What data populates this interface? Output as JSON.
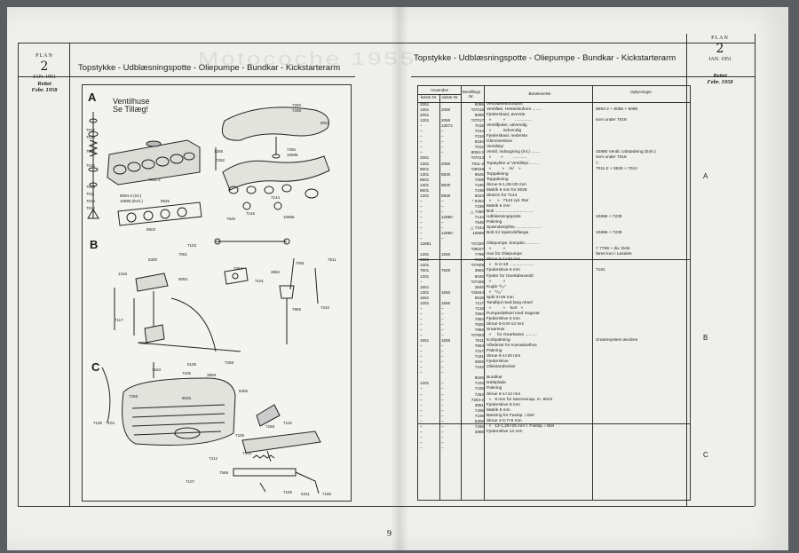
{
  "left": {
    "plan_label": "PLAN",
    "plan_number": "2",
    "plan_date": "JAN. 1951",
    "rettet": "Rettet",
    "rettet_date": "Febr. 1958",
    "title": "Topstykke - Udblæsningspotte - Oliepumpe - Bundkar - Kickstarterarm"
  },
  "right": {
    "plan_label": "PLAN",
    "plan_number": "2",
    "plan_date": "JAN. 1951",
    "rettet": "Rettet",
    "rettet_date": "Febr. 1958",
    "title": "Topstykke - Udblæsningspotte - Oliepumpe - Bundkar - Kickstarterarm"
  },
  "diagram": {
    "sec_a": "A",
    "sec_b": "B",
    "sec_c": "C",
    "ventil_line1": "Ventilhuse",
    "ventil_line2": "Se Tillæg!",
    "parts_a": [
      "7250",
      "7258",
      "8022",
      "7255",
      "7262",
      "7256",
      "10696",
      "7144",
      "10686",
      "7145",
      "7645",
      "7016",
      "7013",
      "7011",
      "7014",
      "8094-2 (Inl.)",
      "10890 (Exh.)",
      "7011-2",
      "7012",
      "7015",
      "9526",
      "7017",
      "7018",
      "8503"
    ],
    "parts_b": [
      "7103",
      "7061",
      "8300",
      "1318",
      "7054",
      "7511",
      "7091",
      "8093",
      "7101",
      "3862",
      "7242",
      "7865",
      "7117",
      "7081"
    ],
    "parts_c": [
      "7163",
      "5105",
      "7269",
      "7106",
      "3859",
      "8026",
      "7259",
      "5306",
      "7105",
      "7104",
      "7248",
      "7258",
      "7118",
      "7312",
      "7569",
      "7313",
      "7107",
      "7106",
      "5311",
      "7186"
    ]
  },
  "table": {
    "h_anvendes": "Anvendes",
    "h_forste": "første Nr.",
    "h_sidste": "sidste Nr.",
    "h_bestillings": "Bestillings Nr.",
    "h_benaevnelse": "Benævnelse",
    "h_oplysninger": "Oplysninger",
    "col_first": "2051\n1301\n2051\n1301\n–\n–\n–\n–\n–\n–\n2051\n1301\n8501\n1301\n8501\n1301\n8501\n1301\n–\n–\n–\n–\n–\n–\n–\n–\n12881\n\n1301\n1551\n1301\n7501\n1301\n–\n1551\n1301\n1551\n1301\n–\n–\n–\n–\n–\n–\n1551\n–\n–\n–\n–\n–\n–\n\n1301\n–\n–\n–\n–\n–\n–\n–\n–\n–\n–\n–\n–",
    "col_last": "\n2050\n\n2050\n13572\n–\n–\n–\n–\n–\n\n2050\n\n8500\n\n8500\n\n8500\n–\n–\n–\n12880\n–\n–\n12880\n–\n\n\n1550\n\n\n7500\n\n\n\n1550\n\n1550\n–\n–\n–\n–\n–\n–\n1550\n–\n–\n–\n–\n–\n–\n\n–\n–\n–\n–\n–\n–\n–\n–\n–\n–\n–\n–\n–",
    "col_bestil": "8096\n*07018\n8095\n*07017\n7015\n7014\n7016\n8194\n7012\n8094-2\n*07013\n7011-2\n*08028\n9526\n7009\n7190\n7239\n8023\n* 8454\n7238\n△ 7260\n7144\n7645\n△ 7244\n10696\n\n*07320\n*08027\n7799\n7191\n*07509\n3862\n8045\n*07495\n3845\n*03844\n6518\n7117\n7118\n7694\n7963\n7500\n7856\n*07693\n7611\n7863\n7317\n7181\n3802\n7242\n\n8026\n7104\n7105\n7263\n7263-2\n3861\n7259\n7106\n5306\n7269\n3859",
    "col_desc": "Ventilløseanbolpart\nVentilløs, Hestesko­form ........\nFjederskaal, øverste\n  »          »        ..............\nVentilfjeder, udvendig\n  »          indvendig\nFjederskaal, nederste\nGlimmerskive\nVentilstyr\nVentil, Indsugning (Inl.) ........\n  »        »        ............\nTopstykke u/ Ventilstyr.........\n  »         »    m/    »\nToppakning\nToppakning\nSkrue 8-1,25×30 mm\nMøtrik 8 mm for 8028\nSkærm for 7144\n  »     »   7144 cpl. Rør\nMøtrik 6 mm\nBolt .................................\nUdblæsningspotte\nPakning\nSpændestykke.......................\nBolt m/ Spændeflange\n\nOliepumpe, komplet.............\n  »          »\nHus for Oliepumpe\nSkrue 6-1×20 mm\n  »   6-1×19  ....................\nFjederskive 6 mm\nFjeder for Overløbsventil\n  »          »\nKugle ⁵/₁₆\"\n  »   ⁵/₁₆\"\nSplit 3×25 mm\nTandhjul med lang Aksel\n  »          »    kort   »\nPumpedæksel med Sugerør\nFjederskive 5 mm\nSkrue 5-0,8×13 mm\nSmørerør\n  »     for Gearkasse ..........\nKorkpakning\nAflederør for Kamakselhus\nPakning\nSkrue 6-1×20 mm\nFjederskive\nOliestandsviser\n\nBundkar\nDækplade\nPakning\nSkrue 6-1×12 mm\n  »   8 mm for Sammenap. m. 8043\nFjederskive 8 mm\nMøtrik 8 mm\nBøsning for Fastsp. i Stel\nSkrue 4-0,7×8 mm\n  »   12-1,25×25 mm f. Fastsp. i Stel\nFjederskive 12 mm",
    "col_info": "\n8094-2 + 8095 + 8096\n\nsom under 7018\n\n\n\n\n\n10890 Ventil, Udstødning (Exh.)\nsom under 7018\n□\n7011-2 + 9526 + 7012\n\n\n\n\n\n\n\n\n10696 + 7239\n\n\n10696 + 7239\n\n\n□ 7799 + div. Dele\nføres kun i Løsdele\n\n\n7191\n\n\n\n\n\n\n\n\n\n\n\n\nSmøresystem ændres",
    "group_a": "A",
    "group_b": "B",
    "group_c": "C"
  },
  "page_number": "9",
  "bleed_text": "Motocoche 1955"
}
